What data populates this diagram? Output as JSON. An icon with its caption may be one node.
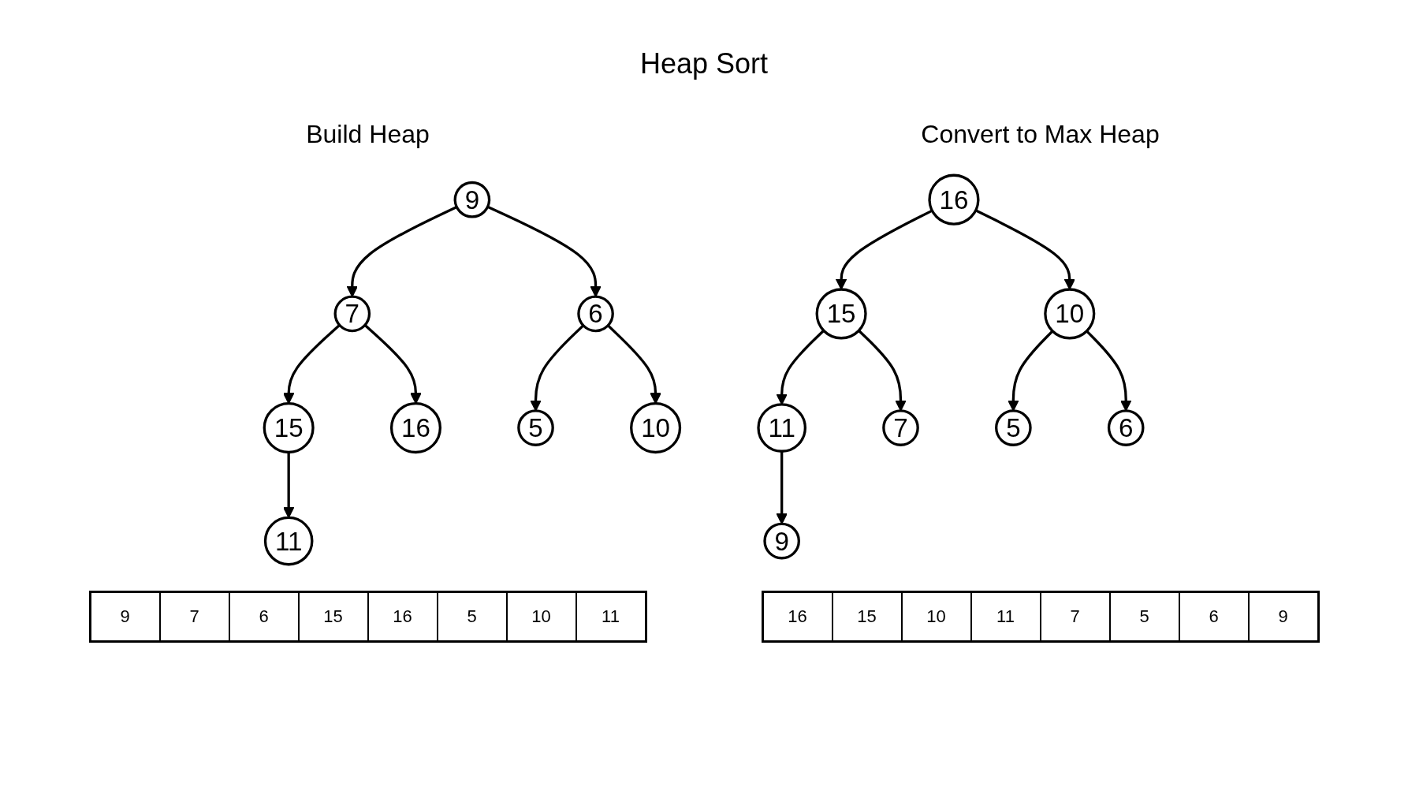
{
  "diagram": {
    "title": "Heap Sort",
    "nodes": [
      {
        "text": [
          "9"
        ]
      },
      {
        "text": [
          "7"
        ]
      },
      {
        "text": [
          "6"
        ]
      },
      {
        "text": [
          "15"
        ]
      },
      {
        "text": [
          "16"
        ]
      },
      {
        "text": [
          "5"
        ]
      },
      {
        "text": [
          "10"
        ]
      },
      {
        "text": [
          "11"
        ]
      },
      {
        "text": [
          "16"
        ]
      },
      {
        "text": [
          "15"
        ]
      },
      {
        "text": [
          "10"
        ]
      },
      {
        "text": [
          "11"
        ]
      },
      {
        "text": [
          "7"
        ]
      },
      {
        "text": [
          "5"
        ]
      },
      {
        "text": [
          "6"
        ]
      },
      {
        "text": [
          "9"
        ]
      }
    ],
    "edges": [
      {
        "from": 0,
        "to": 1,
        "arrow": "to"
      },
      {
        "from": 0,
        "to": 2,
        "arrow": "to"
      },
      {
        "from": 1,
        "to": 3,
        "arrow": "to"
      },
      {
        "from": 1,
        "to": 4,
        "arrow": "to"
      },
      {
        "from": 2,
        "to": 5,
        "arrow": "to"
      },
      {
        "from": 2,
        "to": 6,
        "arrow": "to"
      },
      {
        "from": 3,
        "to": 7,
        "arrow": "to"
      },
      {
        "from": 8,
        "to": 9,
        "arrow": "to"
      },
      {
        "from": 8,
        "to": 10,
        "arrow": "to"
      },
      {
        "from": 9,
        "to": 11,
        "arrow": "to"
      },
      {
        "from": 9,
        "to": 12,
        "arrow": "to"
      },
      {
        "from": 10,
        "to": 13,
        "arrow": "to"
      },
      {
        "from": 10,
        "to": 14,
        "arrow": "to"
      },
      {
        "from": 11,
        "to": 15,
        "arrow": "to"
      }
    ],
    "labels": [
      "Build Heap",
      "Convert to Max Heap",
      "9",
      "7",
      "6",
      "15",
      "16",
      "5",
      "10",
      "11",
      "16",
      "15",
      "10",
      "11",
      "7",
      "5",
      "6",
      "9"
    ]
  }
}
